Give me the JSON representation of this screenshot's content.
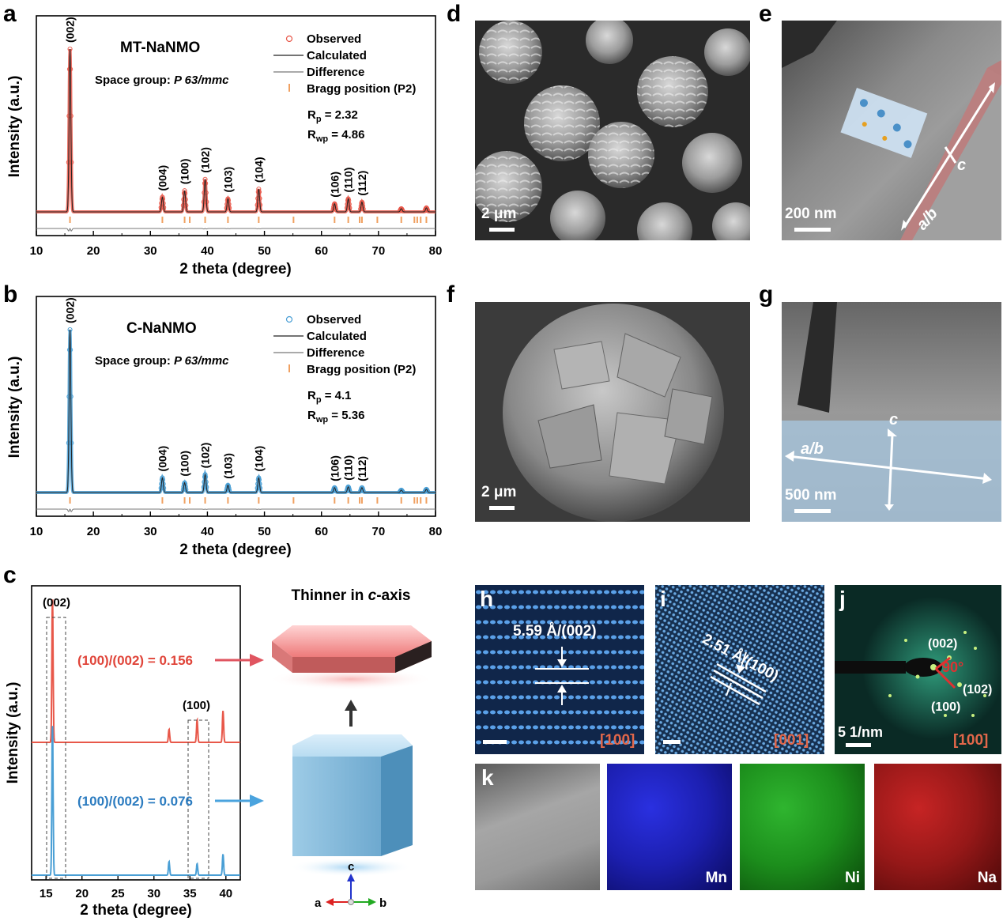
{
  "panel_labels": {
    "a": "a",
    "b": "b",
    "c": "c",
    "d": "d",
    "e": "e",
    "f": "f",
    "g": "g",
    "h": "h",
    "i": "i",
    "j": "j",
    "k": "k"
  },
  "legend": {
    "observed": "Observed",
    "calculated": "Calculated",
    "difference": "Difference",
    "bragg": "Bragg position (P2)"
  },
  "space_group_label": "Space group: ",
  "space_group_value": "P 63/mmc",
  "colors": {
    "mt": "#e8584a",
    "c": "#4a9fd5",
    "bragg": "#f0a060",
    "diff": "#777777"
  },
  "chart_data": [
    {
      "type": "line",
      "title": "MT-NaNMO",
      "xlabel": "2 theta (degree)",
      "ylabel": "Intensity (a.u.)",
      "xlim": [
        10,
        80
      ],
      "x_ticks": [
        "10",
        "20",
        "30",
        "40",
        "50",
        "60",
        "70",
        "80"
      ],
      "rp": "R",
      "rp_sub": "p",
      "rp_value": " = 2.32",
      "rwp": "R",
      "rwp_sub": "wp",
      "rwp_value": " = 4.86",
      "peaks": [
        {
          "label": "(002)",
          "x": 15.9,
          "intensity": 100
        },
        {
          "label": "(004)",
          "x": 32.1,
          "intensity": 9
        },
        {
          "label": "(100)",
          "x": 36.0,
          "intensity": 13
        },
        {
          "label": "(102)",
          "x": 39.6,
          "intensity": 20
        },
        {
          "label": "(103)",
          "x": 43.6,
          "intensity": 8
        },
        {
          "label": "(104)",
          "x": 49.0,
          "intensity": 14
        },
        {
          "label": "(106)",
          "x": 62.3,
          "intensity": 5
        },
        {
          "label": "(110)",
          "x": 64.7,
          "intensity": 8
        },
        {
          "label": "(112)",
          "x": 67.1,
          "intensity": 6
        },
        {
          "label": "",
          "x": 74.0,
          "intensity": 2
        },
        {
          "label": "",
          "x": 78.4,
          "intensity": 2.5
        }
      ],
      "bragg_positions": [
        15.9,
        32.1,
        36.0,
        36.9,
        39.6,
        43.6,
        49.0,
        55.1,
        62.3,
        64.7,
        66.7,
        67.1,
        69.8,
        74.0,
        76.3,
        76.8,
        77.4,
        78.4
      ]
    },
    {
      "type": "line",
      "title": "C-NaNMO",
      "xlabel": "2 theta (degree)",
      "ylabel": "Intensity (a.u.)",
      "xlim": [
        10,
        80
      ],
      "x_ticks": [
        "10",
        "20",
        "30",
        "40",
        "50",
        "60",
        "70",
        "80"
      ],
      "rp": "R",
      "rp_sub": "p",
      "rp_value": " = 4.1",
      "rwp": "R",
      "rwp_sub": "wp",
      "rwp_value": " = 5.36",
      "peaks": [
        {
          "label": "(002)",
          "x": 15.9,
          "intensity": 100
        },
        {
          "label": "(004)",
          "x": 32.1,
          "intensity": 9
        },
        {
          "label": "(100)",
          "x": 36.0,
          "intensity": 6
        },
        {
          "label": "(102)",
          "x": 39.6,
          "intensity": 11
        },
        {
          "label": "(103)",
          "x": 43.6,
          "intensity": 4.5
        },
        {
          "label": "(104)",
          "x": 49.0,
          "intensity": 9
        },
        {
          "label": "(106)",
          "x": 62.3,
          "intensity": 3
        },
        {
          "label": "(110)",
          "x": 64.7,
          "intensity": 3.5
        },
        {
          "label": "(112)",
          "x": 67.1,
          "intensity": 3
        },
        {
          "label": "",
          "x": 74.0,
          "intensity": 1.5
        },
        {
          "label": "",
          "x": 78.4,
          "intensity": 2
        }
      ],
      "bragg_positions": [
        15.9,
        32.1,
        36.0,
        36.9,
        39.6,
        43.6,
        49.0,
        55.1,
        62.3,
        64.7,
        66.7,
        67.1,
        69.8,
        74.0,
        76.3,
        76.8,
        77.4,
        78.4
      ]
    },
    {
      "type": "line",
      "xlabel": "2 theta (degree)",
      "ylabel": "Intensity (a.u.)",
      "xlim": [
        13,
        42
      ],
      "x_ticks": [
        "15",
        "20",
        "25",
        "30",
        "35",
        "40"
      ],
      "series": [
        {
          "name": "MT-NaNMO",
          "ratio_label": "(100)/(002) = 0.156",
          "peaks": [
            {
              "x": 15.9,
              "i": 100
            },
            {
              "x": 32.1,
              "i": 9
            },
            {
              "x": 36.0,
              "i": 15.6
            },
            {
              "x": 39.6,
              "i": 22
            }
          ]
        },
        {
          "name": "C-NaNMO",
          "ratio_label": "(100)/(002) = 0.076",
          "peaks": [
            {
              "x": 15.9,
              "i": 100
            },
            {
              "x": 32.1,
              "i": 9
            },
            {
              "x": 36.0,
              "i": 7.6
            },
            {
              "x": 39.6,
              "i": 14
            }
          ]
        }
      ],
      "box_labels": [
        "(002)",
        "(100)"
      ],
      "schematic_title": "Thinner in ",
      "schematic_axis": "c",
      "schematic_title_end": "-axis",
      "axes": {
        "a": "a",
        "b": "b",
        "c": "c"
      }
    }
  ],
  "images": {
    "d": {
      "scale": "2 μm"
    },
    "e": {
      "scale": "200 nm",
      "c": "c",
      "ab": "a/b"
    },
    "f": {
      "scale": "2 μm"
    },
    "g": {
      "scale": "500 nm",
      "c": "c",
      "ab": "a/b"
    },
    "h": {
      "dspacing": "5.59 Å/(002)",
      "zone": "[100]"
    },
    "i": {
      "dspacing": "2.51 Å/(100)",
      "zone": "[001]"
    },
    "j": {
      "scale": "5 1/nm",
      "zone": "[100]",
      "angle": "90°",
      "spots": [
        "(002)",
        "(102)",
        "(100)"
      ]
    },
    "k": {
      "elements": [
        "Mn",
        "Ni",
        "Na"
      ]
    }
  }
}
